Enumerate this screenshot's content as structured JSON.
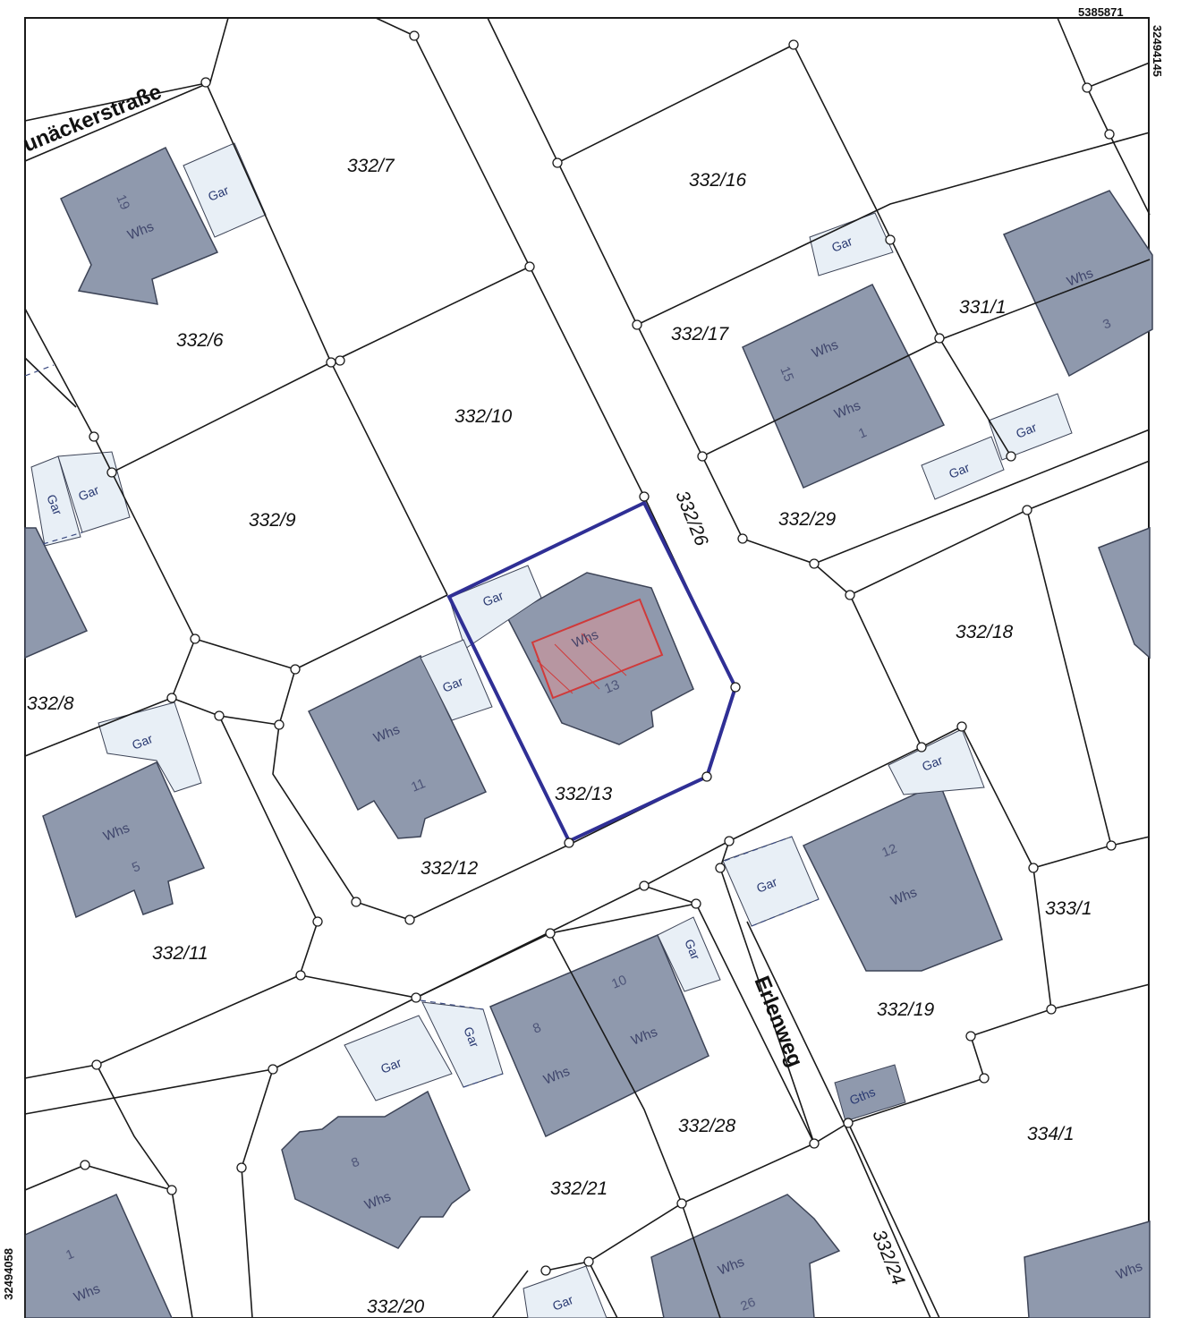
{
  "coordinates": {
    "top_right": "5385871",
    "right_edge": "32494145",
    "bottom_left": "32494058"
  },
  "streets": {
    "north": "unäckerstraße",
    "east": "Erlenweg"
  },
  "parcels": {
    "p332_7": "332/7",
    "p332_16": "332/16",
    "p332_6": "332/6",
    "p332_17": "332/17",
    "p331_1": "331/1",
    "p332_10": "332/10",
    "p332_26": "332/26",
    "p332_9": "332/9",
    "p332_29": "332/29",
    "p332_18": "332/18",
    "p332_8": "332/8",
    "p332_13": "332/13",
    "p332_12": "332/12",
    "p333_1": "333/1",
    "p332_11": "332/11",
    "p332_19": "332/19",
    "p332_28": "332/28",
    "p334_1": "334/1",
    "p332_21": "332/21",
    "p332_24": "332/24",
    "p332_20": "332/20"
  },
  "buildings": {
    "whs": "Whs",
    "gar": "Gar",
    "ghs": "Gths"
  },
  "house_numbers": {
    "n19": "19",
    "n15": "15",
    "n1": "1",
    "n3": "3",
    "n13": "13",
    "n11": "11",
    "n5": "5",
    "n12": "12",
    "n10": "10",
    "n8a": "8",
    "n8b": "8",
    "n1b": "1",
    "n26": "26"
  },
  "colors": {
    "building": "#8f99ad",
    "building_edge": "#3c4356",
    "garage": "#e8eff6",
    "highlight_parcel": "#2f2f95",
    "highlight_building": "#d03a3a",
    "boundary": "#1a1a1a"
  }
}
